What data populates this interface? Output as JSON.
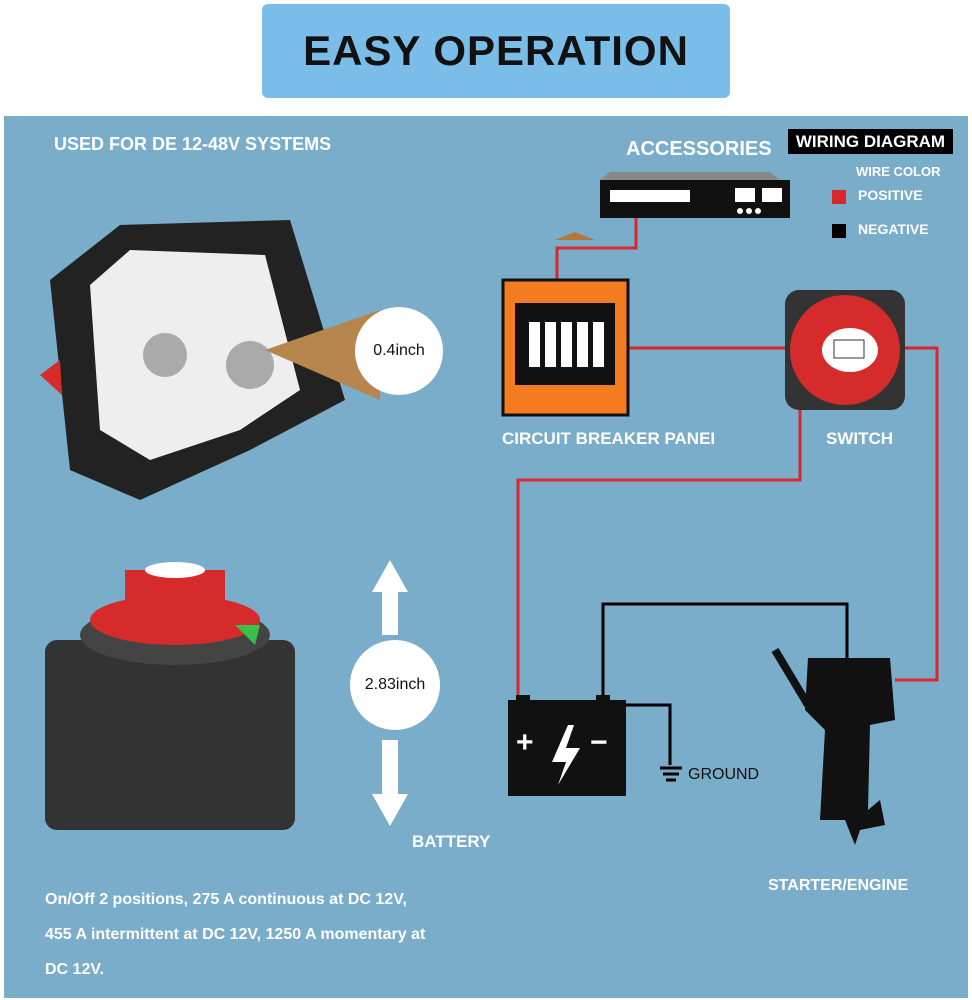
{
  "banner": {
    "title": "EASY OPERATION"
  },
  "left": {
    "systems": "USED FOR DE 12-48V SYSTEMS",
    "terminal_size": "0.4inch",
    "height": "2.83inch",
    "specs": [
      "On/Off 2 positions, 275 A continuous at DC 12V,",
      "455 A intermittent at DC 12V, 1250 A momentary at",
      "DC 12V."
    ]
  },
  "diagram": {
    "title": "WIRING DIAGRAM",
    "accessories": "ACCESSORIES",
    "legend_title": "WIRE COLOR",
    "positive": "POSITIVE",
    "negative": "NEGATIVE",
    "breaker": "CIRCUIT BREAKER PANEI",
    "switch": "SWITCH",
    "battery": "BATTERY",
    "ground": "GROUND",
    "engine": "STARTER/ENGINE"
  },
  "colors": {
    "positive": "#d9272e",
    "negative": "#000000",
    "panel": "#79adc9",
    "banner": "#79bde8",
    "breaker": "#f47b20"
  }
}
